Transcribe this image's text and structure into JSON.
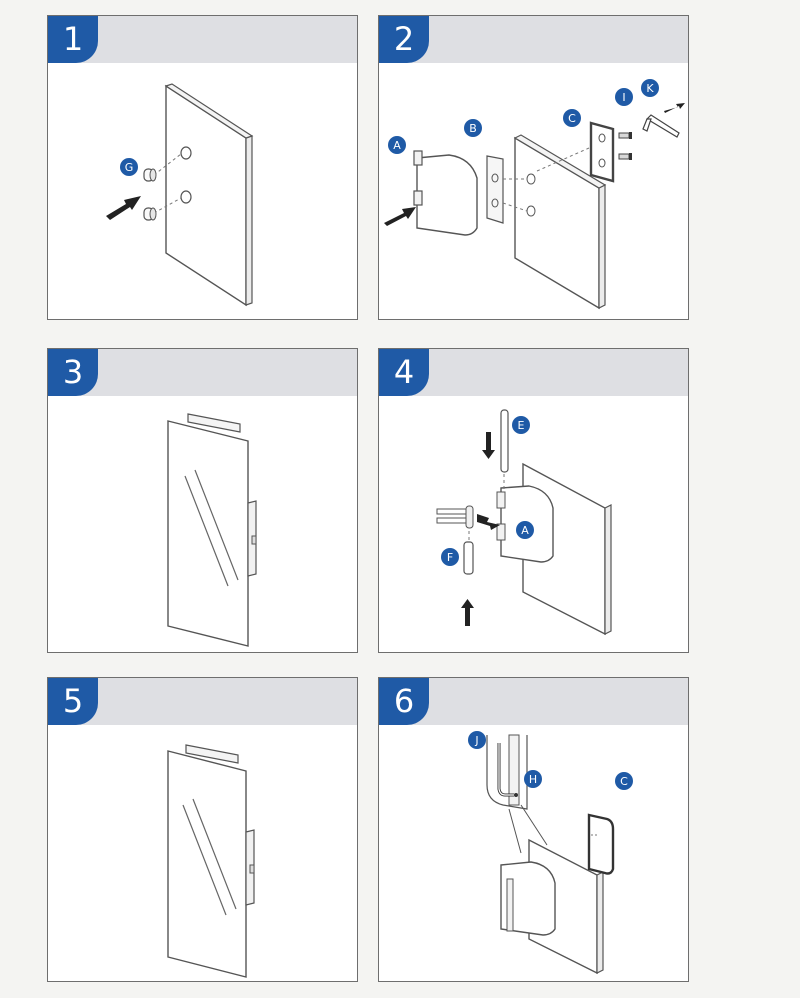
{
  "steps": [
    {
      "number": "1",
      "labels": {
        "g": "G"
      }
    },
    {
      "number": "2",
      "labels": {
        "a": "A",
        "b": "B",
        "c": "C",
        "i": "I",
        "k": "K"
      }
    },
    {
      "number": "3",
      "labels": {}
    },
    {
      "number": "4",
      "labels": {
        "e": "E",
        "a": "A",
        "f": "F"
      }
    },
    {
      "number": "5",
      "labels": {}
    },
    {
      "number": "6",
      "labels": {
        "j": "J",
        "h": "H",
        "c": "C"
      }
    }
  ],
  "colors": {
    "accent": "#1f5aa6",
    "header_band": "#dedfe3",
    "line": "#555555"
  }
}
